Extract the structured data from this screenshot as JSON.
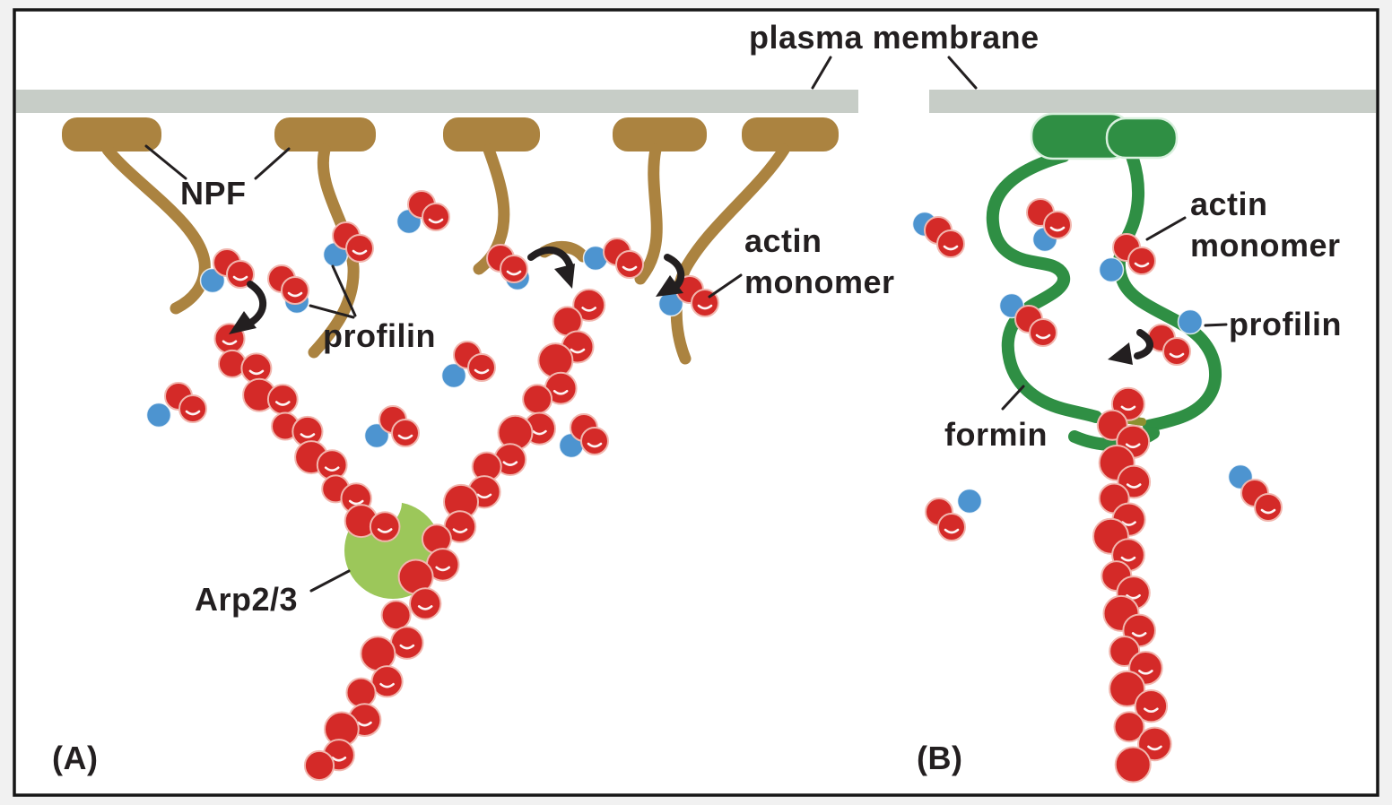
{
  "figure": {
    "panel_a_label": "(A)",
    "panel_b_label": "(B)",
    "labels": {
      "plasma_membrane": "plasma membrane",
      "npf": "NPF",
      "profilin_a": "profilin",
      "actin_monomer_a_line1": "actin",
      "actin_monomer_a_line2": "monomer",
      "arp23": "Arp2/3",
      "actin_monomer_b_line1": "actin",
      "actin_monomer_b_line2": "monomer",
      "profilin_b": "profilin",
      "formin": "formin"
    },
    "colors": {
      "background": "#ffffff",
      "page_margin": "#f1f1f1",
      "border": "#161616",
      "membrane": "#c7cdc7",
      "npf": "#ab8340",
      "actin": "#d42a28",
      "profilin": "#4d94d0",
      "arp23": "#9cc75a",
      "formin": "#2f8f44",
      "linker": "#8c9130",
      "label_text": "#231f20"
    }
  }
}
